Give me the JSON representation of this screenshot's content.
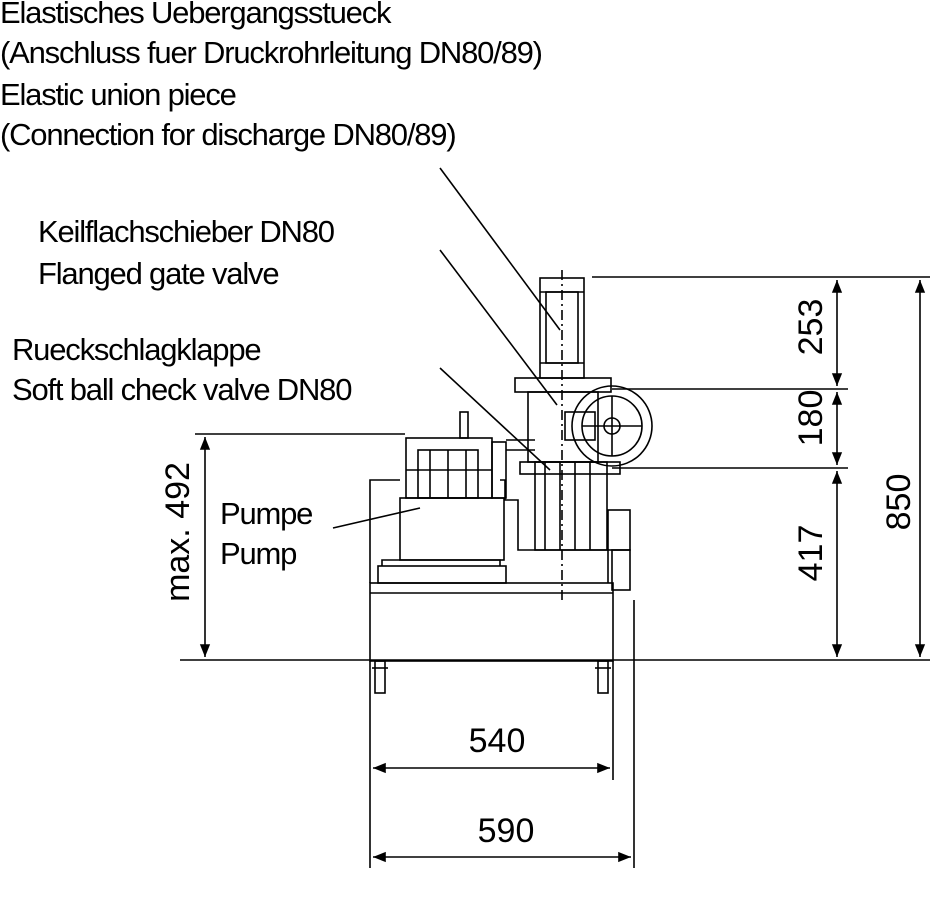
{
  "labels": {
    "union_de": "Elastisches Uebergangsstueck",
    "union_de_sub": "(Anschluss fuer Druckrohrleitung DN80/89)",
    "union_en": "Elastic union piece",
    "union_en_sub": "(Connection for discharge DN80/89)",
    "gate_de": "Keilflachschieber DN80",
    "gate_en": "Flanged gate valve",
    "check_de": "Rueckschlagklappe",
    "check_en": "Soft ball check valve DN80",
    "pump_de": "Pumpe",
    "pump_en": "Pump"
  },
  "dimensions": {
    "top_section": "253",
    "middle_section": "180",
    "lower_section": "417",
    "total_height": "850",
    "max_height": "max. 492",
    "inner_width": "540",
    "outer_width": "590"
  },
  "colors": {
    "line": "#000000",
    "background": "#ffffff"
  }
}
